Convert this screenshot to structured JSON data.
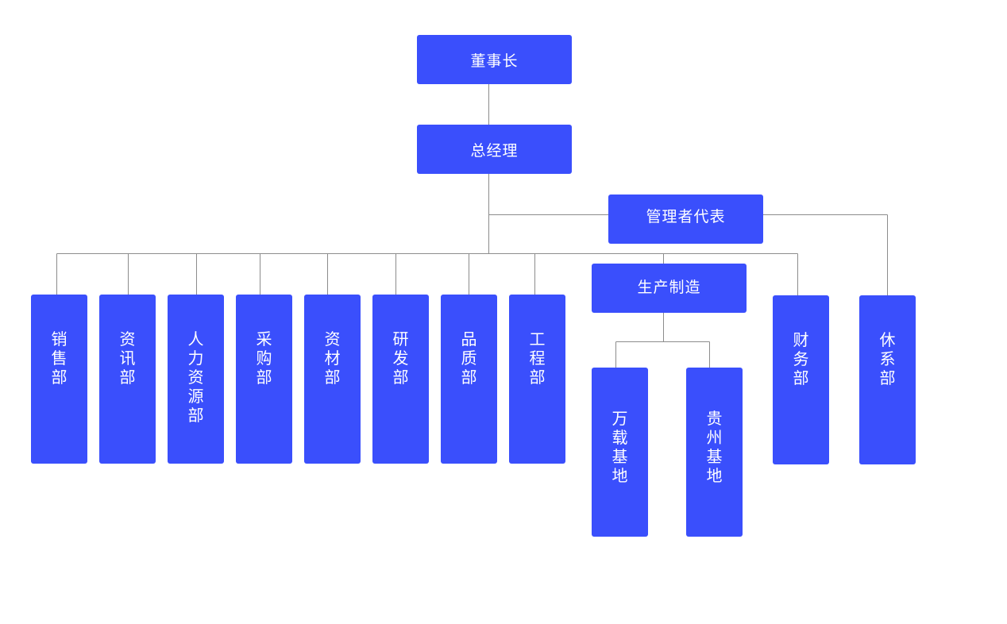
{
  "colors": {
    "node_fill": "#3a4ffc",
    "node_text": "#ffffff",
    "connector": "#8c8c8c",
    "background": "#ffffff"
  },
  "chairman": {
    "label": "董事长"
  },
  "general_manager": {
    "label": "总经理"
  },
  "management_representative": {
    "label": "管理者代表"
  },
  "departments": [
    {
      "id": "sales",
      "label": "销售部"
    },
    {
      "id": "it",
      "label": "资讯部"
    },
    {
      "id": "hr",
      "label": "人力资源部"
    },
    {
      "id": "purchasing",
      "label": "采购部"
    },
    {
      "id": "materials",
      "label": "资材部"
    },
    {
      "id": "rnd",
      "label": "研发部"
    },
    {
      "id": "quality",
      "label": "品质部"
    },
    {
      "id": "engineering",
      "label": "工程部"
    }
  ],
  "production": {
    "label": "生产制造",
    "bases": [
      {
        "id": "wanzai",
        "label": "万载基地"
      },
      {
        "id": "guizhou",
        "label": "贵州基地"
      }
    ]
  },
  "finance": {
    "label": "财务部"
  },
  "system": {
    "label": "休系部"
  }
}
